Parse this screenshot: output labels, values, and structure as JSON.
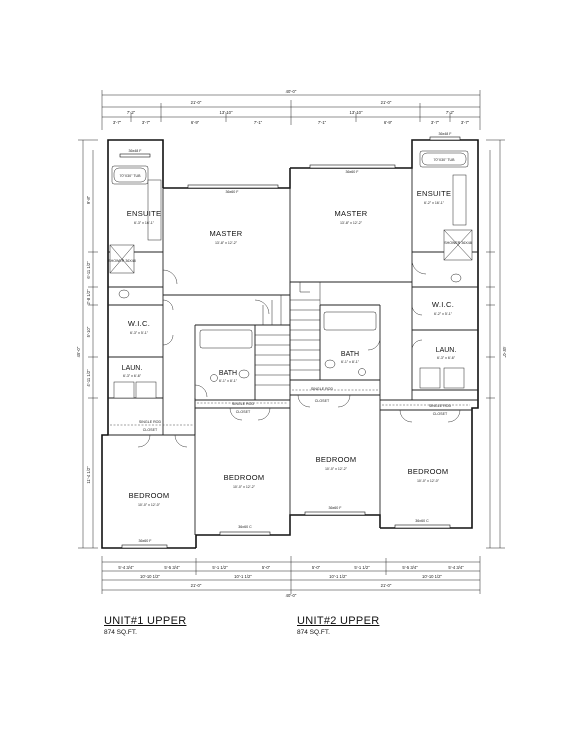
{
  "units": [
    {
      "title": "UNIT#1 UPPER",
      "area": "874 SQ.FT.",
      "rooms": {
        "ensuite": {
          "name": "ENSUITE",
          "size": "6'-3\" x 16'-1\""
        },
        "master": {
          "name": "MASTER",
          "size": "13'-8\" x 12'-2\""
        },
        "wic": {
          "name": "W.I.C.",
          "size": "6'-3\" x 5'-1\""
        },
        "bath": {
          "name": "BATH",
          "size": "6'-1\" x 8'-1\""
        },
        "laundry": {
          "name": "LAUN.",
          "size": "6'-3\" x 6'-6\""
        },
        "bedroom_a": {
          "name": "BEDROOM",
          "size": "10'-0\" x 12'-2\""
        },
        "bedroom_b": {
          "name": "BEDROOM",
          "size": "10'-0\" x 12'-0\""
        }
      },
      "labels": {
        "tub": "70\"X30\" TUB",
        "shower": "SHOWER 36X48",
        "vanity": "36x60 C",
        "single_rod": "SINGLE ROD",
        "closet": "CLOSET",
        "window_top": "36x48 F",
        "window_master": "36x60 F",
        "window_bed": "36x60 F",
        "window_bed2": "36x60 C"
      }
    },
    {
      "title": "UNIT#2 UPPER",
      "area": "874 SQ.FT.",
      "rooms": {
        "ensuite": {
          "name": "ENSUITE",
          "size": "6'-2\" x 16'-1\""
        },
        "master": {
          "name": "MASTER",
          "size": "13'-8\" x 12'-2\""
        },
        "wic": {
          "name": "W.I.C.",
          "size": "6'-2\" x 5'-1\""
        },
        "bath": {
          "name": "BATH",
          "size": "6'-1\" x 8'-1\""
        },
        "laundry": {
          "name": "LAUN.",
          "size": "6'-3\" x 6'-6\""
        },
        "bedroom_a": {
          "name": "BEDROOM",
          "size": "10'-0\" x 12'-2\""
        },
        "bedroom_b": {
          "name": "BEDROOM",
          "size": "10'-0\" x 12'-0\""
        }
      },
      "labels": {
        "tub": "70\"X30\" TUB",
        "shower": "SHOWER 36X48",
        "single_rod": "SINGLE ROD",
        "closet": "CLOSET"
      }
    }
  ],
  "dimensions": {
    "overall_width": "40'-0\"",
    "half_width_left": "21'-0\"",
    "half_width_right": "21'-0\"",
    "top_segments": [
      "7'-2\"",
      "13'-10\"",
      "13'-10\"",
      "7'-2\""
    ],
    "top_sub_segments": [
      "3'-7\"",
      "3'-7\"",
      "6'-9\"",
      "7'-1\"",
      "7'-1\"",
      "6'-9\"",
      "3'-7\"",
      "3'-7\""
    ],
    "bottom_segments": [
      "10'-10 1/2\"",
      "10'-1 1/2\"",
      "10'-1 1/2\"",
      "10'-10 1/2\""
    ],
    "bottom_sub_segments": [
      "5'-4 3/4\"",
      "5'-5 3/4\"",
      "5'-1 1/2\"",
      "5'-0\"",
      "5'-0\"",
      "5'-1 1/2\"",
      "5'-5 3/4\"",
      "5'-4 3/4\""
    ],
    "bottom_overall": [
      "21'-0\"",
      "21'-0\"",
      "40'-0\""
    ],
    "left_overall": "45'-0\"",
    "left_segments": [
      "9'-8\"",
      "6'-11 1/2\"",
      "2'-8 1/2\"",
      "5'-10\"",
      "4'-11 1/2\"",
      "11'-4 1/2\""
    ],
    "right_overall": "45'-0\""
  }
}
